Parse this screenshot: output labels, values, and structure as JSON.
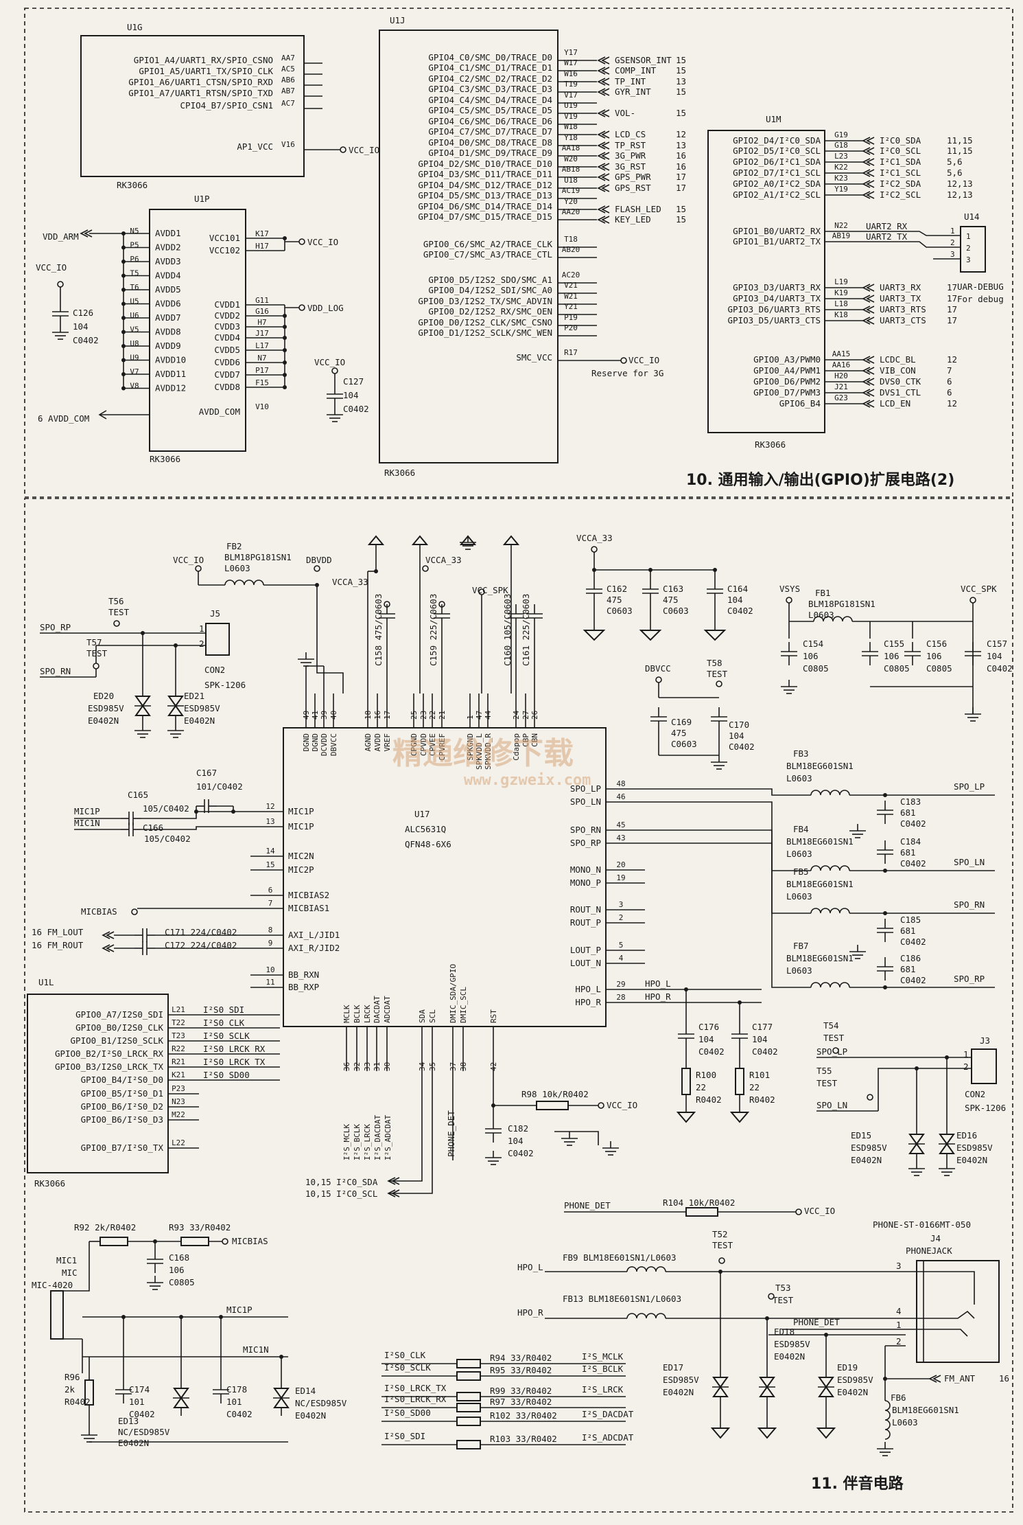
{
  "titles": {
    "gpio_section": "10. 通用输入/输出(GPIO)扩展电路(2)",
    "audio_section": "11. 伴音电路"
  },
  "watermark": {
    "cn": "精通维修下载",
    "url": "www.gzweix.com"
  },
  "u1g": {
    "ref": "U1G",
    "part": "RK3066",
    "pins": [
      {
        "name": "GPIO1_A4/UART1_RX/SPIO_CSNO",
        "num": "AA7"
      },
      {
        "name": "GPIO1_A5/UART1_TX/SPIO_CLK",
        "num": "AC5"
      },
      {
        "name": "GPIO1_A6/UART1_CTSN/SPIO_RXD",
        "num": "AB6"
      },
      {
        "name": "GPIO1_A7/UART1_RTSN/SPIO_TXD",
        "num": "AB7"
      },
      {
        "name": "CPIO4_B7/SPIO_CSN1",
        "num": "AC7"
      },
      {
        "name": "AP1_VCC",
        "num": "V16"
      }
    ],
    "net": "VCC_IO"
  },
  "u1p": {
    "ref": "U1P",
    "part": "RK3066",
    "left_pins": [
      {
        "name": "AVDD1",
        "num": "N5"
      },
      {
        "name": "AVDD2",
        "num": "P5"
      },
      {
        "name": "AVDD3",
        "num": "P6"
      },
      {
        "name": "AVDD4",
        "num": "T5"
      },
      {
        "name": "AVDD5",
        "num": "T6"
      },
      {
        "name": "AVDD6",
        "num": "U5"
      },
      {
        "name": "AVDD7",
        "num": "U6"
      },
      {
        "name": "AVDD8",
        "num": "V5"
      },
      {
        "name": "AVDD9",
        "num": "U8"
      },
      {
        "name": "AVDD10",
        "num": "U9"
      },
      {
        "name": "AVDD11",
        "num": "V7"
      },
      {
        "name": "AVDD12",
        "num": "V8"
      }
    ],
    "right_pins": [
      {
        "name": "VCC101",
        "num": "K17"
      },
      {
        "name": "VCC102",
        "num": "H17"
      },
      {
        "name": "CVDD1",
        "num": "G11"
      },
      {
        "name": "CVDD2",
        "num": "G16"
      },
      {
        "name": "CVDD3",
        "num": "H7"
      },
      {
        "name": "CVDD4",
        "num": "J17"
      },
      {
        "name": "CVDD5",
        "num": "L17"
      },
      {
        "name": "CVDD6",
        "num": "N7"
      },
      {
        "name": "CVDD7",
        "num": "P17"
      },
      {
        "name": "CVDD8",
        "num": "F15"
      }
    ],
    "avdd_com": {
      "name": "AVDD_COM",
      "num": "V10"
    },
    "nets": {
      "vdd_arm": "VDD_ARM",
      "vcc_io": "VCC_IO",
      "vdd_log": "VDD_LOG",
      "avdd_com": "6 AVDD_COM",
      "vcc_io2": "VCC_IO"
    },
    "c126": [
      "C126",
      "104",
      "C0402"
    ],
    "c127": [
      "C127",
      "104",
      "C0402"
    ]
  },
  "u1j": {
    "ref": "U1J",
    "part": "RK3066",
    "pins": [
      {
        "name": "GPIO4_C0/SMC_D0/TRACE_D0",
        "num": "Y17",
        "net": "GSENSOR_INT",
        "sheet": "15"
      },
      {
        "name": "GPIO4_C1/SMC_D1/TRACE_D1",
        "num": "W17",
        "net": "COMP_INT",
        "sheet": "15"
      },
      {
        "name": "GPIO4_C2/SMC_D2/TRACE_D2",
        "num": "W16",
        "net": "TP_INT",
        "sheet": "13"
      },
      {
        "name": "GPIO4_C3/SMC_D3/TRACE_D3",
        "num": "T19",
        "net": "GYR_INT",
        "sheet": "15"
      },
      {
        "name": "GPIO4_C4/SMC_D4/TRACE_D4",
        "num": "V17",
        "net": "",
        "sheet": ""
      },
      {
        "name": "GPIO4_C5/SMC_D5/TRACE_D5",
        "num": "U19",
        "net": "VOL-",
        "sheet": "15"
      },
      {
        "name": "GPIO4_C6/SMC_D6/TRACE_D6",
        "num": "V19",
        "net": "",
        "sheet": ""
      },
      {
        "name": "GPIO4_C7/SMC_D7/TRACE_D7",
        "num": "W18",
        "net": "LCD_CS",
        "sheet": "12"
      },
      {
        "name": "GPIO4_D0/SMC_D8/TRACE_D8",
        "num": "Y18",
        "net": "TP_RST",
        "sheet": "13"
      },
      {
        "name": "GPIO4_D1/SMC_D9/TRACE_D9",
        "num": "AA18",
        "net": "3G_PWR",
        "sheet": "16"
      },
      {
        "name": "GPIO4_D2/SMC_D10/TRACE_D10",
        "num": "W20",
        "net": "3G_RST",
        "sheet": "16"
      },
      {
        "name": "GPIO4_D3/SMC_D11/TRACE_D11",
        "num": "AB18",
        "net": "GPS_PWR",
        "sheet": "17"
      },
      {
        "name": "GPIO4_D4/SMC_D12/TRACE_D12",
        "num": "U18",
        "net": "GPS_RST",
        "sheet": "17"
      },
      {
        "name": "GPIO4_D5/SMC_D13/TRACE_D13",
        "num": "AC19",
        "net": "",
        "sheet": ""
      },
      {
        "name": "GPIO4_D6/SMC_D14/TRACE_D14",
        "num": "Y20",
        "net": "FLASH_LED",
        "sheet": "15"
      },
      {
        "name": "GPIO4_D7/SMC_D15/TRACE_D15",
        "num": "AA20",
        "net": "KEY_LED",
        "sheet": "15"
      },
      {
        "name": "GPIO0_C6/SMC_A2/TRACE_CLK",
        "num": "T18",
        "net": "",
        "sheet": ""
      },
      {
        "name": "GPIO0_C7/SMC_A3/TRACE_CTL",
        "num": "AB20",
        "net": "",
        "sheet": ""
      },
      {
        "name": "GPIO0_D5/I2S2_SDO/SMC_A1",
        "num": "AC20",
        "net": "",
        "sheet": ""
      },
      {
        "name": "GPIO0_D4/I2S2_SDI/SMC_A0",
        "num": "V21",
        "net": "",
        "sheet": ""
      },
      {
        "name": "GPIO0_D3/I2S2_TX/SMC_ADVIN",
        "num": "W21",
        "net": "",
        "sheet": ""
      },
      {
        "name": "GPIO0_D2/I2S2_RX/SMC_OEN",
        "num": "Y21",
        "net": "",
        "sheet": ""
      },
      {
        "name": "GPIO0_D0/I2S2_CLK/SMC_CSNO",
        "num": "P19",
        "net": "",
        "sheet": ""
      },
      {
        "name": "GPIO0_D1/I2S2_SCLK/SMC_WEN",
        "num": "P20",
        "net": "",
        "sheet": ""
      },
      {
        "name": "SMC_VCC",
        "num": "R17",
        "net": "VCC_IO",
        "sheet": ""
      }
    ],
    "reserve": "Reserve for 3G"
  },
  "u1m": {
    "ref": "U1M",
    "part": "RK3066",
    "pins": [
      {
        "name": "GPIO2_D4/I²C0_SDA",
        "num": "G19",
        "net": "I²C0_SDA",
        "sheet": "11,15"
      },
      {
        "name": "GPIO2_D5/I²C0_SCL",
        "num": "G18",
        "net": "I²C0_SCL",
        "sheet": "11,15"
      },
      {
        "name": "GPIO2_D6/I²C1_SDA",
        "num": "L23",
        "net": "I²C1_SDA",
        "sheet": "5,6"
      },
      {
        "name": "GPIO2_D7/I²C1_SCL",
        "num": "K22",
        "net": "I²C1_SCL",
        "sheet": "5,6"
      },
      {
        "name": "GPIO2_A0/I²C2_SDA",
        "num": "K23",
        "net": "I²C2_SDA",
        "sheet": "12,13"
      },
      {
        "name": "GPIO2_A1/I²C2_SCL",
        "num": "Y19",
        "net": "I²C2_SCL",
        "sheet": "12,13"
      },
      {
        "name": "GPIO1_B0/UART2_RX",
        "num": "N22",
        "net": "UART2_RX",
        "sheet": ""
      },
      {
        "name": "GPIO1_B1/UART2_TX",
        "num": "AB19",
        "net": "UART2_TX",
        "sheet": ""
      },
      {
        "name": "GPIO3_D3/UART3_RX",
        "num": "L19",
        "net": "UART3_RX",
        "sheet": "17"
      },
      {
        "name": "GPIO3_D4/UART3_TX",
        "num": "K19",
        "net": "UART3_TX",
        "sheet": "17"
      },
      {
        "name": "GPIO3_D6/UART3_RTS",
        "num": "L18",
        "net": "UART3_RTS",
        "sheet": "17"
      },
      {
        "name": "GPIO3_D5/UART3_CTS",
        "num": "K18",
        "net": "UART3_CTS",
        "sheet": "17"
      },
      {
        "name": "GPIO0_A3/PWM0",
        "num": "AA15",
        "net": "LCDC_BL",
        "sheet": "12"
      },
      {
        "name": "GPIO0_A4/PWM1",
        "num": "AA16",
        "net": "VIB_CON",
        "sheet": "7"
      },
      {
        "name": "GPIO0_D6/PWM2",
        "num": "H20",
        "net": "DVS0_CTK",
        "sheet": "6"
      },
      {
        "name": "GPIO0_D7/PWM3",
        "num": "J21",
        "net": "DVS1_CTL",
        "sheet": "6"
      },
      {
        "name": "GPIO6_B4",
        "num": "G23",
        "net": "LCD_EN",
        "sheet": "12"
      }
    ],
    "u14": {
      "ref": "U14",
      "part": "UAR-DEBUG",
      "note": "For debug",
      "pins": [
        "1",
        "2",
        "3"
      ]
    }
  },
  "u17": {
    "ref": "U17",
    "part": "ALC5631Q",
    "pkg": "QFN48-6X6",
    "left_pins": [
      {
        "name": "MIC1P",
        "num": "12"
      },
      {
        "name": "MIC1P",
        "num": "13"
      },
      {
        "name": "MIC2N",
        "num": "14"
      },
      {
        "name": "MIC2P",
        "num": "15"
      },
      {
        "name": "MICBIAS2",
        "num": "6"
      },
      {
        "name": "MICBIAS1",
        "num": "7"
      },
      {
        "name": "AXI_L/JID1",
        "num": "8"
      },
      {
        "name": "AXI_R/JID2",
        "num": "9"
      },
      {
        "name": "BB_RXN",
        "num": "10"
      },
      {
        "name": "BB_RXP",
        "num": "11"
      }
    ],
    "right_pins": [
      {
        "name": "SPO_LP",
        "num": "48"
      },
      {
        "name": "SPO_LN",
        "num": "46"
      },
      {
        "name": "SPO_RN",
        "num": "45"
      },
      {
        "name": "SPO_RP",
        "num": "43"
      },
      {
        "name": "MONO_N",
        "num": "20"
      },
      {
        "name": "MONO_P",
        "num": "19"
      },
      {
        "name": "ROUT_N",
        "num": "3"
      },
      {
        "name": "ROUT_P",
        "num": "2"
      },
      {
        "name": "LOUT_P",
        "num": "5"
      },
      {
        "name": "LOUT_N",
        "num": "4"
      },
      {
        "name": "HPO_L",
        "num": "29"
      },
      {
        "name": "HPO_R",
        "num": "28"
      }
    ],
    "top_pins": [
      {
        "name": "DGND",
        "num": "49"
      },
      {
        "name": "DGND",
        "num": "41"
      },
      {
        "name": "DCVDD",
        "num": "39"
      },
      {
        "name": "DBVCC",
        "num": "40"
      },
      {
        "name": "AGND",
        "num": "18"
      },
      {
        "name": "AVDD",
        "num": "16"
      },
      {
        "name": "VREF",
        "num": "17"
      },
      {
        "name": "CPGND",
        "num": "25"
      },
      {
        "name": "CPVDD",
        "num": "23"
      },
      {
        "name": "CPVEE",
        "num": "22"
      },
      {
        "name": "CPVREF",
        "num": "21"
      },
      {
        "name": "SPKGND",
        "num": "1"
      },
      {
        "name": "SPKVDD_L",
        "num": "47"
      },
      {
        "name": "SPKVDD_R",
        "num": "44"
      },
      {
        "name": "Cdapop",
        "num": "24"
      },
      {
        "name": "CBP",
        "num": "27"
      },
      {
        "name": "CBN",
        "num": "26"
      }
    ],
    "bottom_pins": [
      {
        "name": "MCLK",
        "num": "36"
      },
      {
        "name": "BCLK",
        "num": "32"
      },
      {
        "name": "LRCK",
        "num": "33"
      },
      {
        "name": "DACDAT",
        "num": "31"
      },
      {
        "name": "ADCDAT",
        "num": "30"
      },
      {
        "name": "SDA",
        "num": "34"
      },
      {
        "name": "SCL",
        "num": "35"
      },
      {
        "name": "DMIC_SDA/GPIO",
        "num": "37"
      },
      {
        "name": "DMIC_SCL",
        "num": "38"
      },
      {
        "name": "RST",
        "num": "42"
      }
    ]
  },
  "u1l": {
    "ref": "U1L",
    "part": "RK3066",
    "pins": [
      {
        "name": "GPIO0_A7/I2S0_SDI",
        "num": "L21",
        "net": "I²S0_SDI"
      },
      {
        "name": "GPIO0_B0/I2S0_CLK",
        "num": "T22",
        "net": "I²S0_CLK"
      },
      {
        "name": "GPIO0_B1/I2S0_SCLK",
        "num": "T23",
        "net": "I²S0_SCLK"
      },
      {
        "name": "GPIO0_B2/I²S0_LRCK_RX",
        "num": "R22",
        "net": "I²S0_LRCK_RX"
      },
      {
        "name": "GPIO0_B3/I2S0_LRCK_TX",
        "num": "R21",
        "net": "I²S0_LRCK_TX"
      },
      {
        "name": "GPIO0_B4/I²S0_D0",
        "num": "K21",
        "net": "I²S0_SD00"
      },
      {
        "name": "GPIO0_B5/I²S0_D1",
        "num": "P23",
        "net": ""
      },
      {
        "name": "GPIO0_B6/I²S0_D2",
        "num": "N23",
        "net": ""
      },
      {
        "name": "GPIO0_B6/I²S0_D3",
        "num": "M22",
        "net": ""
      },
      {
        "name": "GPIO0_B7/I²S0_TX",
        "num": "L22",
        "net": ""
      }
    ]
  },
  "labels": {
    "vcc_io": "VCC_IO",
    "vcca_33": "VCCA_33",
    "vcc_spk": "VCC_SPK",
    "vsys": "VSYS",
    "dbvcc": "DBVCC",
    "dbvdd": "DBVDD",
    "spo_rp": "SPO_RP",
    "spo_rn": "SPO_RN",
    "spo_lp": "SPO_LP",
    "spo_ln": "SPO_LN",
    "mic1p": "MIC1P",
    "mic1n": "MIC1N",
    "micbias": "MICBIAS",
    "fm_lout": "16 FM_LOUT",
    "fm_rout": "16 FM_ROUT",
    "i2c_sda": "10,15 I²C0_SDA",
    "i2c_scl": "10,15 I²C0_SCL",
    "phone_det": "PHONE_DET",
    "hpo_l": "HPO_L",
    "hpo_r": "HPO_R",
    "fm_ant": "FM_ANT",
    "fm_ant_sheet": "16",
    "phonejack": "PHONEJACK",
    "phonejack_part": "PHONE-ST-0166MT-050",
    "j4": "J4",
    "j3": "J3",
    "j5": "J5",
    "con2": "CON2",
    "spk1206": "SPK-1206",
    "mic_ref": "MIC1",
    "mic": "MIC",
    "mic_part": "MIC-4020",
    "phone_det2": "PHONE_DET"
  },
  "parts": {
    "fb2": [
      "FB2",
      "BLM18PG181SN1",
      "L0603"
    ],
    "fb1": [
      "FB1",
      "BLM18PG181SN1",
      "L0603"
    ],
    "fb3": [
      "FB3",
      "BLM18EG601SN1",
      "L0603"
    ],
    "fb4": [
      "FB4",
      "BLM18EG601SN1",
      "L0603"
    ],
    "fb5": [
      "FB5",
      "BLM18EG601SN1",
      "L0603"
    ],
    "fb7": [
      "FB7",
      "BLM18EG601SN1",
      "L0603"
    ],
    "fb6": [
      "FB6",
      "BLM18EG601SN1",
      "L0603"
    ],
    "fb9": "FB9 BLM18E601SN1/L0603",
    "fb13": "FB13 BLM18E601SN1/L0603",
    "c158": [
      "C158",
      "475/C0603"
    ],
    "c159": [
      "C159",
      "225/C0603"
    ],
    "c160": [
      "C160",
      "105/C0603"
    ],
    "c161": [
      "C161",
      "225/C0603"
    ],
    "c162": [
      "C162",
      "475",
      "C0603"
    ],
    "c163": [
      "C163",
      "475",
      "C0603"
    ],
    "c164": [
      "C164",
      "104",
      "C0402"
    ],
    "c154": [
      "C154",
      "106",
      "C0805"
    ],
    "c155": [
      "C155",
      "106",
      "C0805"
    ],
    "c156": [
      "C156",
      "106",
      "C0805"
    ],
    "c157": [
      "C157",
      "104",
      "C0402"
    ],
    "c169": [
      "C169",
      "475",
      "C0603"
    ],
    "c170": [
      "C170",
      "104",
      "C0402"
    ],
    "c183": [
      "C183",
      "681",
      "C0402"
    ],
    "c184": [
      "C184",
      "681",
      "C0402"
    ],
    "c185": [
      "C185",
      "681",
      "C0402"
    ],
    "c186": [
      "C186",
      "681",
      "C0402"
    ],
    "c165": [
      "C165",
      "105/C0402"
    ],
    "c166": [
      "C166",
      "105/C0402"
    ],
    "c167": [
      "C167",
      "101/C0402"
    ],
    "c171": "C171 224/C0402",
    "c172": "C172 224/C0402",
    "c176": [
      "C176",
      "104",
      "C0402"
    ],
    "c177": [
      "C177",
      "104",
      "C0402"
    ],
    "r100": [
      "R100",
      "22",
      "R0402"
    ],
    "r101": [
      "R101",
      "22",
      "R0402"
    ],
    "r98": "R98 10k/R0402",
    "c182": [
      "C182",
      "104",
      "C0402"
    ],
    "r104": "R104 10k/R0402",
    "r92": "R92 2k/R0402",
    "r93": "R93 33/R0402",
    "c168": [
      "C168",
      "106",
      "C0805"
    ],
    "r96": [
      "R96",
      "2k",
      "R0402"
    ],
    "c174": [
      "C174",
      "101",
      "C0402"
    ],
    "c178": [
      "C178",
      "101",
      "C0402"
    ],
    "ed13": [
      "ED13",
      "NC/ESD985V",
      "E0402N"
    ],
    "ed14": [
      "ED14",
      "NC/ESD985V",
      "E0402N"
    ],
    "ed20": [
      "ED20",
      "ESD985V",
      "E0402N"
    ],
    "ed21": [
      "ED21",
      "ESD985V",
      "E0402N"
    ],
    "ed15": [
      "ED15",
      "ESD985V",
      "E0402N"
    ],
    "ed16": [
      "ED16",
      "ESD985V",
      "E0402N"
    ],
    "ed17": [
      "ED17",
      "ESD985V",
      "E0402N"
    ],
    "ed18": [
      "ED18",
      "ESD985V",
      "E0402N"
    ],
    "ed19": [
      "ED19",
      "ESD985V",
      "E0402N"
    ],
    "t52": [
      "T52",
      "TEST"
    ],
    "t53": [
      "T53",
      "TEST"
    ],
    "t54": [
      "T54",
      "TEST"
    ],
    "t55": [
      "T55",
      "TEST"
    ],
    "t56": [
      "T56",
      "TEST"
    ],
    "t57": [
      "T57",
      "TEST"
    ],
    "t58": [
      "T58",
      "TEST"
    ]
  },
  "i2s_res": [
    {
      "in": "I²S0_CLK",
      "r": "R94 33/R0402",
      "out": "I²S_MCLK"
    },
    {
      "in": "I²S0_SCLK",
      "r": "R95 33/R0402",
      "out": "I²S_BCLK"
    },
    {
      "in": "I²S0_LRCK_TX",
      "r": "R99 33/R0402",
      "out": "I²S_LRCK"
    },
    {
      "in": "I²S0_LRCK_RX",
      "r": "R97 33/R0402",
      "out": ""
    },
    {
      "in": "I²S0_SD00",
      "r": "R102 33/R0402",
      "out": "I²S_DACDAT"
    },
    {
      "in": "I²S0_SDI",
      "r": "R103 33/R0402",
      "out": "I²S_ADCDAT"
    }
  ],
  "u17_bottom_nets": [
    "I²S_MCLK",
    "I²S_BCLK",
    "I²S_LRCK",
    "I²S_DACDAT",
    "I²S_ADCDAT"
  ],
  "pin_numbers_j": [
    "1",
    "2",
    "3",
    "4"
  ]
}
